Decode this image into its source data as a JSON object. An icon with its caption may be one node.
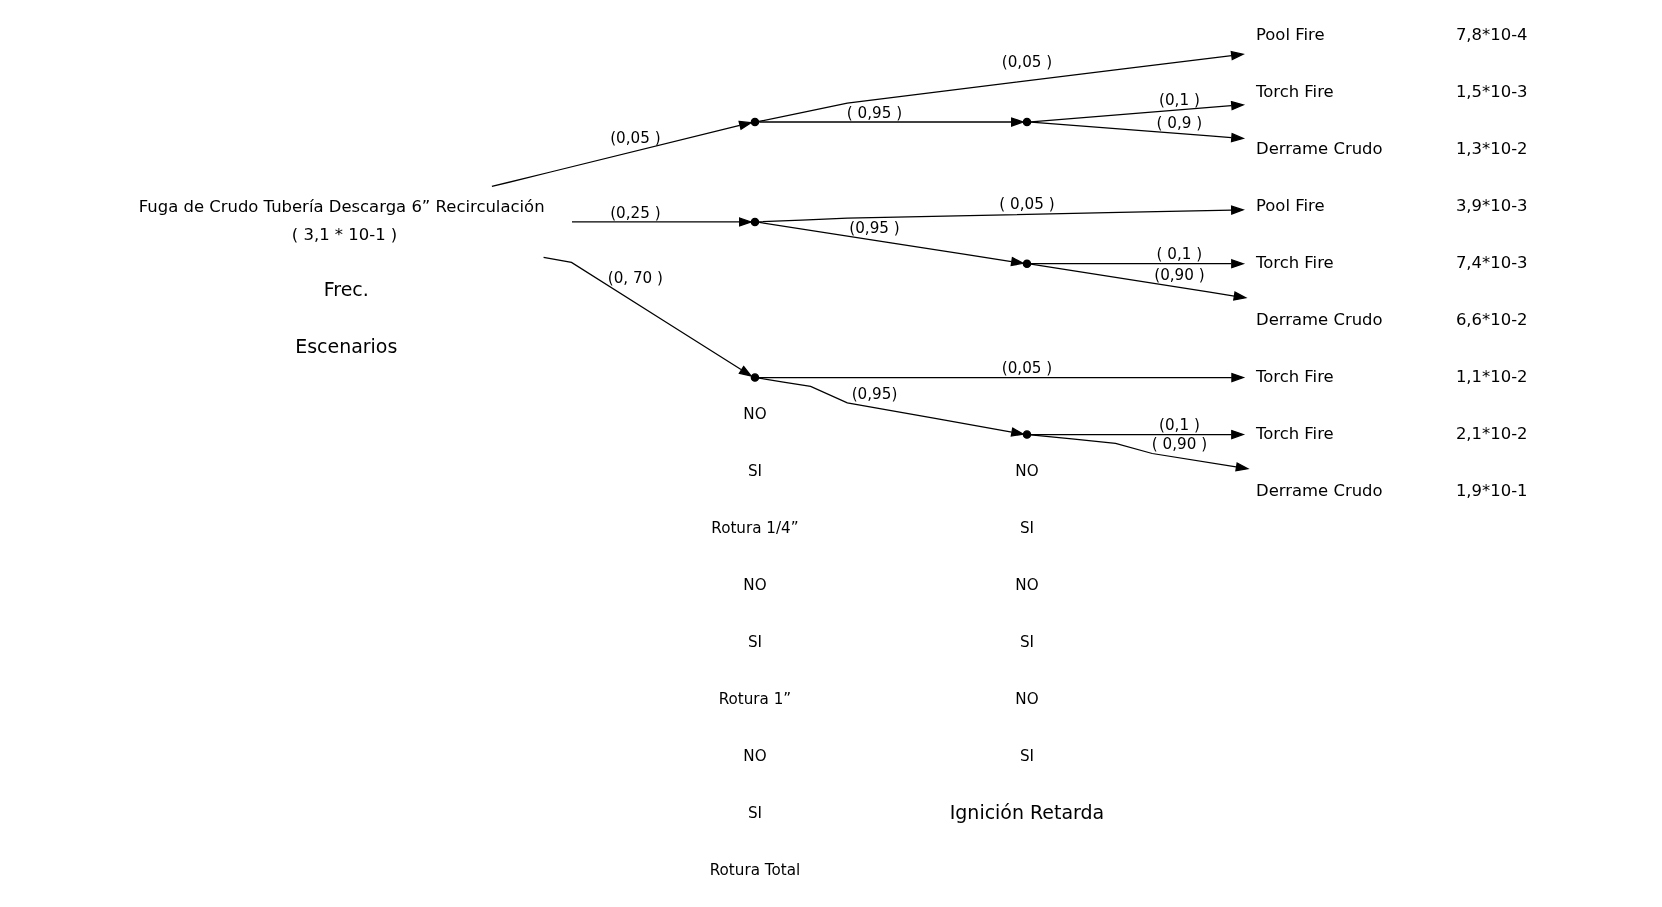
{
  "diagram": {
    "nodes": [
      {
        "text": [
          "Fuga de Crudo Tubería Descarga 6” Recirculación"
        ],
        "beside": [
          "( 3,1 * 10-1 )"
        ]
      },
      {
        "text": [],
        "shape": "point"
      },
      {
        "text": [
          "Pool Fire"
        ],
        "beside": [
          "7,8*10-4"
        ]
      },
      {
        "text": [],
        "shape": "point"
      },
      {
        "text": [
          "Torch Fire"
        ],
        "beside": [
          "1,5*10-3"
        ]
      },
      {
        "text": [
          "Derrame Crudo"
        ],
        "beside": [
          "1,3*10-2"
        ]
      },
      {
        "text": [],
        "shape": "point"
      },
      {
        "text": [
          "Pool Fire"
        ],
        "beside": [
          "3,9*10-3"
        ]
      },
      {
        "text": [],
        "shape": "point"
      },
      {
        "text": [
          "Torch Fire"
        ],
        "beside": [
          "7,4*10-3"
        ]
      },
      {
        "text": [
          "Derrame Crudo"
        ],
        "beside": [
          "6,6*10-2"
        ]
      },
      {
        "text": [],
        "shape": "point"
      },
      {
        "text": [
          "Torch Fire"
        ],
        "beside": [
          "1,1*10-2"
        ]
      },
      {
        "text": [],
        "shape": "point"
      },
      {
        "text": [
          "Torch Fire"
        ],
        "beside": [
          "2,1*10-2"
        ]
      },
      {
        "text": [
          "Derrame Crudo"
        ],
        "beside": [
          "1,9*10-1"
        ]
      }
    ],
    "edges": [
      {
        "from": 0,
        "to": 1,
        "arrow": "to",
        "label": "(0,05 )"
      },
      {
        "from": 1,
        "to": 2,
        "arrow": "to",
        "label": "(0,05 )"
      },
      {
        "from": 1,
        "to": 3,
        "arrow": "to",
        "label": "( 0,95 )"
      },
      {
        "from": 3,
        "to": 4,
        "arrow": "to",
        "label": "(0,1 )"
      },
      {
        "from": 3,
        "to": 5,
        "arrow": "to",
        "label": "( 0,9 )"
      },
      {
        "from": 0,
        "to": 6,
        "arrow": "to",
        "label": "(0,25 )"
      },
      {
        "from": 6,
        "to": 7,
        "arrow": "to",
        "label": "( 0,05 )"
      },
      {
        "from": 6,
        "to": 8,
        "arrow": "to",
        "label": "(0,95 )"
      },
      {
        "from": 8,
        "to": 9,
        "arrow": "to",
        "label": "( 0,1 )"
      },
      {
        "from": 8,
        "to": 10,
        "arrow": "to",
        "label": "(0,90 )"
      },
      {
        "from": 0,
        "to": 11,
        "arrow": "to",
        "label": "(0, 70 )"
      },
      {
        "from": 11,
        "to": 12,
        "arrow": "to",
        "label": "(0,05 )"
      },
      {
        "from": 11,
        "to": 13,
        "arrow": "to",
        "label": "(0,95)"
      },
      {
        "from": 13,
        "to": 14,
        "arrow": "to",
        "label": "(0,1 )"
      },
      {
        "from": 13,
        "to": 15,
        "arrow": "to",
        "label": "( 0,90 )"
      }
    ],
    "labels": [
      "Ignición Retarda",
      "Escenarios",
      "Frec.",
      "Rotura Total",
      "SI",
      "NO",
      "SI",
      "NO",
      "Rotura 1”",
      "SI",
      "NO",
      "SI",
      "NO",
      "Rotura 1/4”",
      "SI",
      "NO",
      "SI",
      "NO"
    ]
  }
}
